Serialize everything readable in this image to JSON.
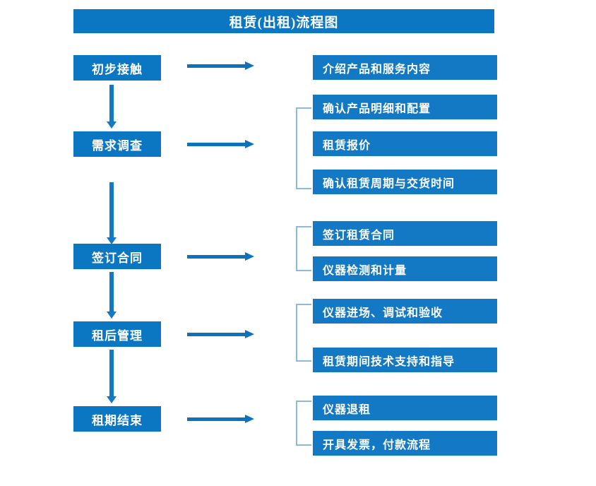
{
  "document": {
    "title": "租赁(出租)流程图",
    "type": "flowchart",
    "colors": {
      "box_fill": "#0b76c2",
      "detail_fill": "#1479c4",
      "arrow": "#1479c4",
      "bracket": "#8fb8dd",
      "text": "#ffffff",
      "background": "#ffffff"
    }
  },
  "stages": [
    {
      "id": "stage-1",
      "label": "初步接触",
      "arrow_name": "arrow-to-details-1",
      "details": [
        {
          "label": "介绍产品和服务内容"
        }
      ],
      "has_bracket": false
    },
    {
      "id": "stage-2",
      "label": "需求调查",
      "arrow_name": "arrow-to-details-2",
      "details": [
        {
          "label": "确认产品明细和配置"
        },
        {
          "label": "租赁报价"
        },
        {
          "label": "确认租赁周期与交货时间"
        }
      ],
      "has_bracket": true
    },
    {
      "id": "stage-3",
      "label": "签订合同",
      "arrow_name": "arrow-to-details-3",
      "details": [
        {
          "label": "签订租赁合同"
        },
        {
          "label": "仪器检测和计量"
        }
      ],
      "has_bracket": true
    },
    {
      "id": "stage-4",
      "label": "租后管理",
      "arrow_name": "arrow-to-details-4",
      "details": [
        {
          "label": "仪器进场、调试和验收"
        },
        {
          "label": "租赁期间技术支持和指导"
        }
      ],
      "has_bracket": true
    },
    {
      "id": "stage-5",
      "label": "租期结束",
      "arrow_name": "arrow-to-details-5",
      "details": [
        {
          "label": "仪器退租"
        },
        {
          "label": "开具发票，付款流程"
        }
      ],
      "has_bracket": true
    }
  ],
  "connectors": {
    "vertical_arrows": [
      {
        "name": "flow-arrow-1-to-2"
      },
      {
        "name": "flow-arrow-2-to-3"
      },
      {
        "name": "flow-arrow-3-to-4"
      },
      {
        "name": "flow-arrow-4-to-5"
      }
    ]
  }
}
